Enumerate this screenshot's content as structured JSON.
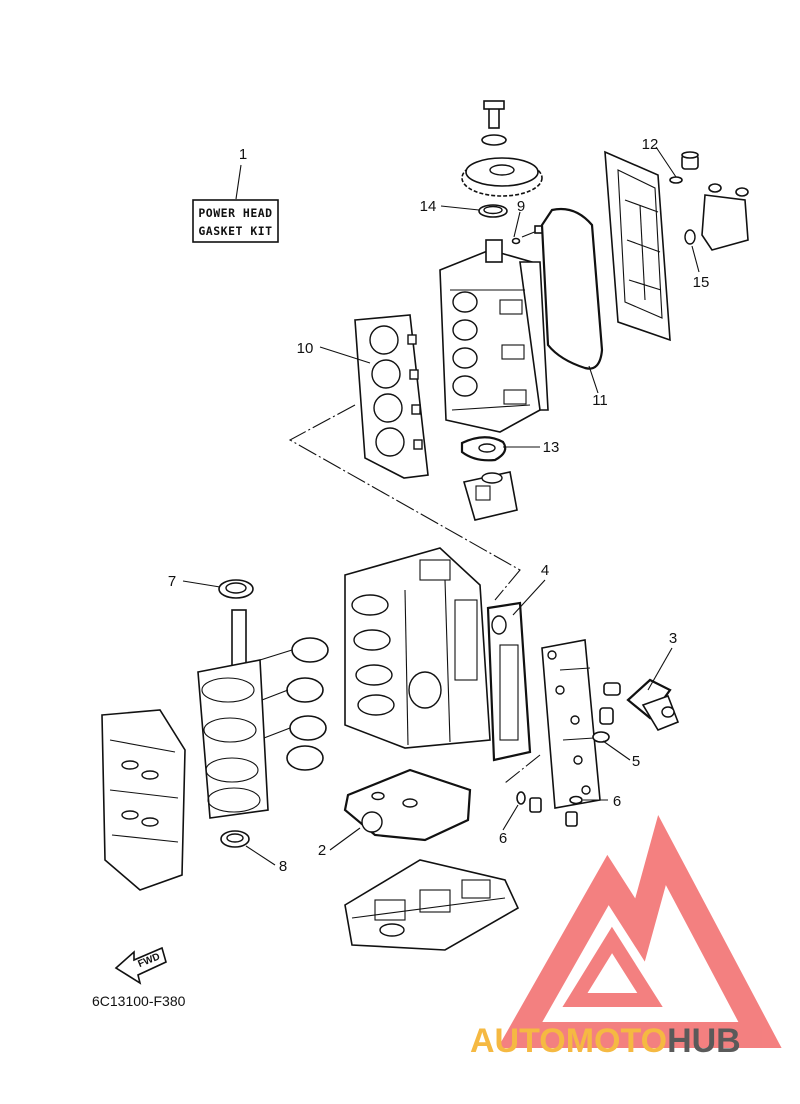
{
  "kit_box": {
    "line1": "POWER HEAD",
    "line2": "GASKET KIT"
  },
  "callouts": [
    {
      "id": "1",
      "label": "1"
    },
    {
      "id": "2",
      "label": "2"
    },
    {
      "id": "3",
      "label": "3"
    },
    {
      "id": "4",
      "label": "4"
    },
    {
      "id": "5",
      "label": "5"
    },
    {
      "id": "6a",
      "label": "6"
    },
    {
      "id": "6b",
      "label": "6"
    },
    {
      "id": "7",
      "label": "7"
    },
    {
      "id": "8",
      "label": "8"
    },
    {
      "id": "9",
      "label": "9"
    },
    {
      "id": "10",
      "label": "10"
    },
    {
      "id": "11",
      "label": "11"
    },
    {
      "id": "12",
      "label": "12"
    },
    {
      "id": "13",
      "label": "13"
    },
    {
      "id": "14",
      "label": "14"
    },
    {
      "id": "15",
      "label": "15"
    }
  ],
  "fwd_label": "FWD",
  "diagram_code": "6C13100-F380",
  "watermark": {
    "part1": "AUTOMOTO",
    "part2": "HUB",
    "color_primary": "#f26a6a",
    "color_secondary": "#f5b942",
    "color_dark": "#5a5a5a"
  }
}
